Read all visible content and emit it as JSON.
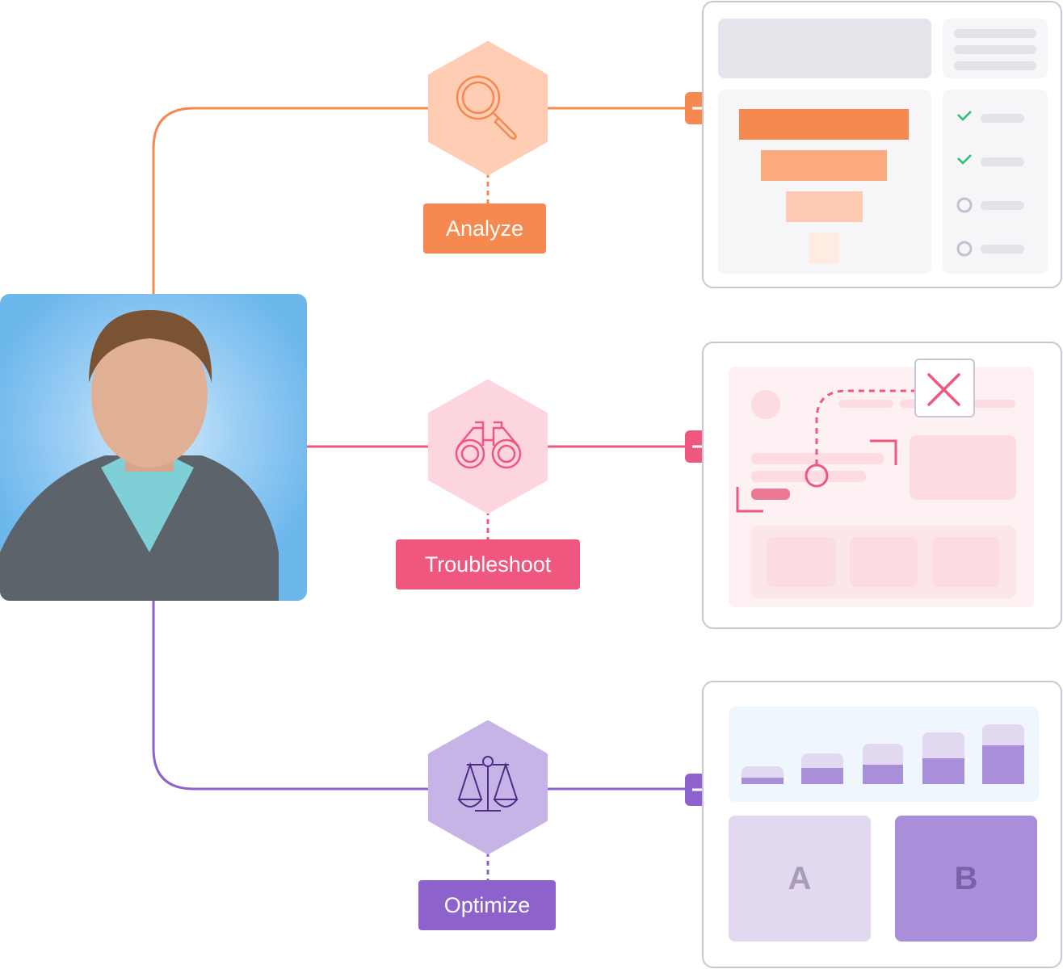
{
  "steps": [
    {
      "label": "Analyze",
      "color": "#f5894f",
      "icon": "magnifier-icon"
    },
    {
      "label": "Troubleshoot",
      "color": "#f0577e",
      "icon": "binoculars-icon"
    },
    {
      "label": "Optimize",
      "color": "#8d62cc",
      "icon": "balance-scale-icon"
    }
  ],
  "ab_test": {
    "a": "A",
    "b": "B"
  },
  "colors": {
    "orange": "#f5894f",
    "pink": "#f0577e",
    "purple": "#8d62cc",
    "check": "#2cbf6f"
  }
}
